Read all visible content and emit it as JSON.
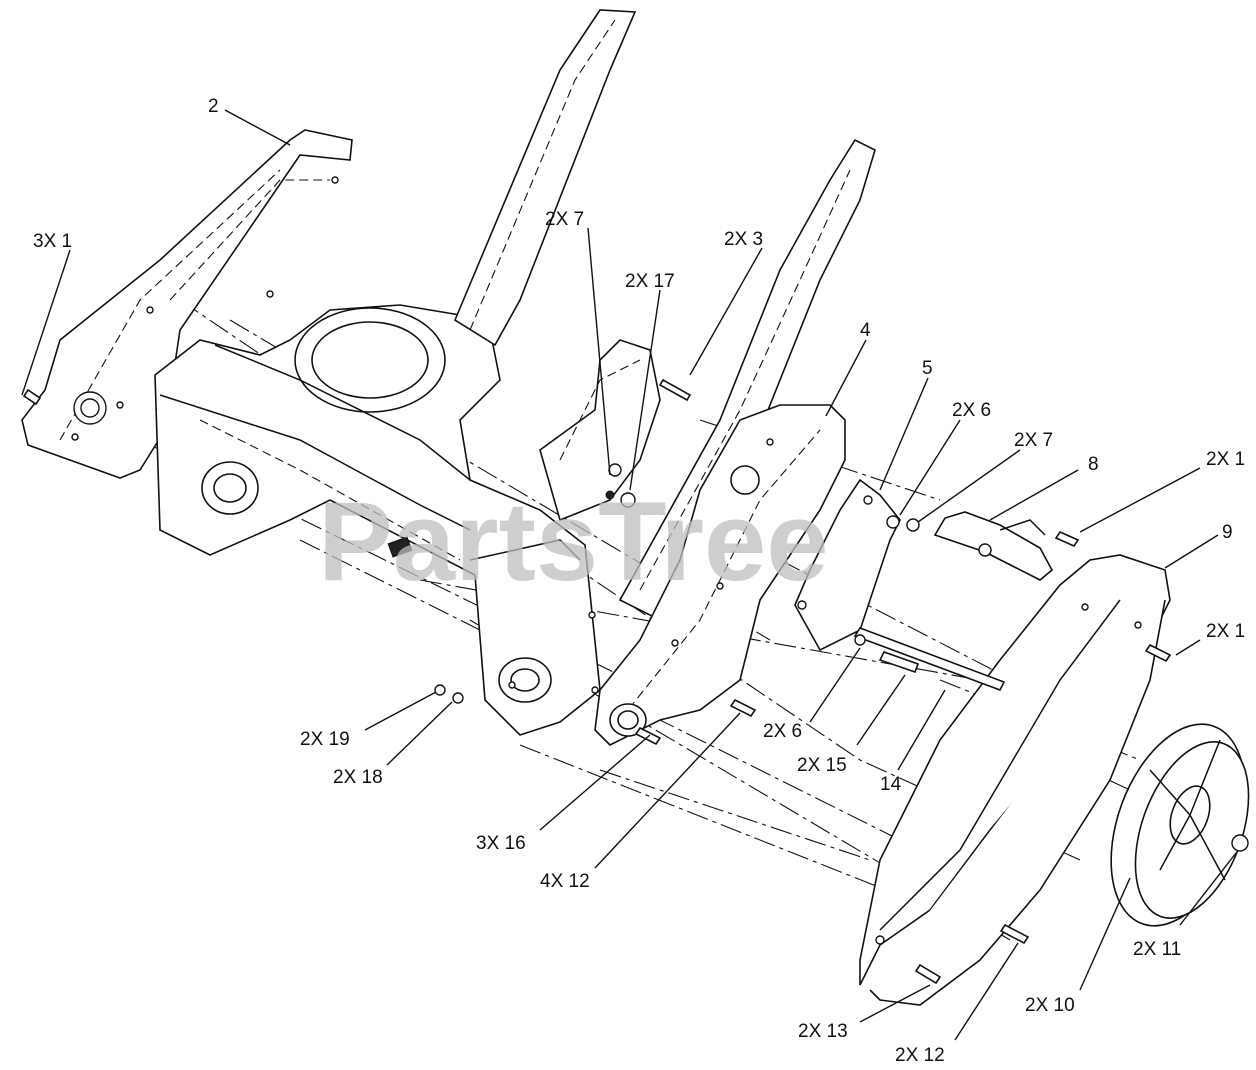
{
  "watermark": {
    "text": "PartsTree"
  },
  "callouts": [
    {
      "id": "c-2",
      "text": "2"
    },
    {
      "id": "c-3x1",
      "text": "3X 1"
    },
    {
      "id": "c-2x7-a",
      "text": "2X 7"
    },
    {
      "id": "c-2x3",
      "text": "2X 3"
    },
    {
      "id": "c-2x17",
      "text": "2X 17"
    },
    {
      "id": "c-4",
      "text": "4"
    },
    {
      "id": "c-5",
      "text": "5"
    },
    {
      "id": "c-2x6-a",
      "text": "2X 6"
    },
    {
      "id": "c-2x7-b",
      "text": "2X 7"
    },
    {
      "id": "c-8",
      "text": "8"
    },
    {
      "id": "c-2x1-a",
      "text": "2X 1"
    },
    {
      "id": "c-9",
      "text": "9"
    },
    {
      "id": "c-2x1-b",
      "text": "2X 1"
    },
    {
      "id": "c-2x19",
      "text": "2X 19"
    },
    {
      "id": "c-2x18",
      "text": "2X 18"
    },
    {
      "id": "c-2x6-b",
      "text": "2X 6"
    },
    {
      "id": "c-2x15",
      "text": "2X 15"
    },
    {
      "id": "c-14",
      "text": "14"
    },
    {
      "id": "c-3x16",
      "text": "3X 16"
    },
    {
      "id": "c-4x12",
      "text": "4X 12"
    },
    {
      "id": "c-2x11",
      "text": "2X 11"
    },
    {
      "id": "c-2x10",
      "text": "2X 10"
    },
    {
      "id": "c-2x13",
      "text": "2X 13"
    },
    {
      "id": "c-2x12",
      "text": "2X 12"
    }
  ]
}
